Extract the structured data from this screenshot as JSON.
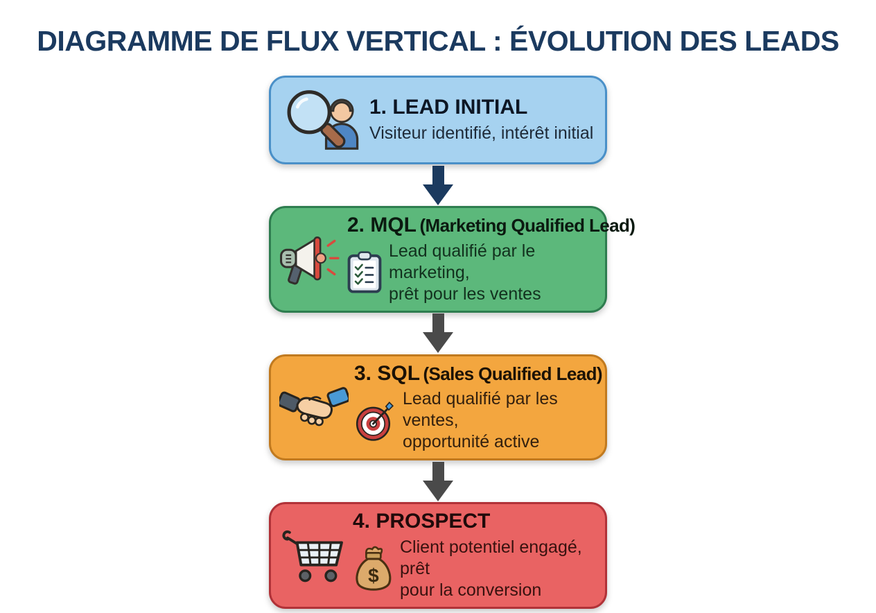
{
  "page": {
    "title": "DIAGRAMME DE FLUX VERTICAL : ÉVOLUTION DES LEADS",
    "title_color": "#1B3A5F",
    "background": "#FFFFFF"
  },
  "stages": [
    {
      "name": "Lead initial",
      "title_num": "1. LEAD INITIAL",
      "title_paren": "",
      "desc_lines": [
        "Visiteur identifié, intérêt initial"
      ],
      "icons": [
        "magnifier-user-icon"
      ],
      "colors": {
        "fill": "#A6D2F0",
        "border": "#4A90C8",
        "title": "#0D1624",
        "desc": "#1E2A38"
      }
    },
    {
      "name": "MQL",
      "title_num": "2. MQL",
      "title_paren": "(Marketing Qualified Lead)",
      "desc_lines": [
        "Lead qualifié par le marketing,",
        "prêt pour les ventes"
      ],
      "icons": [
        "megaphone-icon",
        "checklist-icon"
      ],
      "colors": {
        "fill": "#5CB87B",
        "border": "#2E7D4F",
        "title": "#0B1A10",
        "desc": "#12311E"
      }
    },
    {
      "name": "SQL",
      "title_num": "3. SQL",
      "title_paren": "(Sales Qualified Lead)",
      "desc_lines": [
        "Lead qualifié par les ventes,",
        "opportunité active"
      ],
      "icons": [
        "handshake-icon",
        "target-icon"
      ],
      "colors": {
        "fill": "#F3A63F",
        "border": "#C17A1F",
        "title": "#1C1206",
        "desc": "#33200E"
      }
    },
    {
      "name": "Prospect",
      "title_num": "4. PROSPECT",
      "title_paren": "",
      "desc_lines": [
        "Client potentiel engagé, prêt",
        "pour la conversion"
      ],
      "icons": [
        "shopping-cart-icon",
        "money-bag-icon"
      ],
      "colors": {
        "fill": "#E96363",
        "border": "#B13238",
        "title": "#200A0A",
        "desc": "#38120F"
      }
    }
  ],
  "arrows": [
    {
      "color": "#1B3A5F"
    },
    {
      "color": "#4A4A4A"
    },
    {
      "color": "#4A4A4A"
    }
  ]
}
